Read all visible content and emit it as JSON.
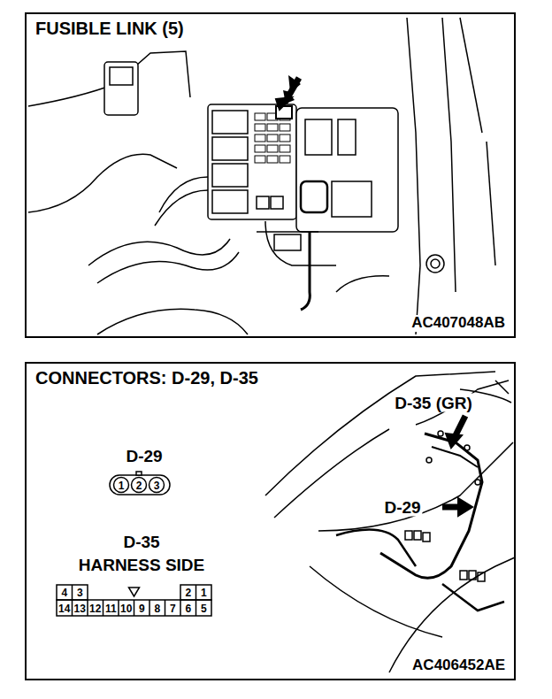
{
  "diagram": {
    "nodes": [
      {
        "text": [
          "FUSIBLE LINK (5)",
          "AC407048AB"
        ]
      },
      {
        "text": [
          "CONNECTORS: D-29, D-35",
          "AC406452AE"
        ]
      }
    ],
    "labels": [
      "D-29",
      "1",
      "2",
      "3",
      "D-35",
      "HARNESS SIDE",
      "4",
      "3",
      "2",
      "1",
      "14",
      "13",
      "12",
      "11",
      "10",
      "9",
      "8",
      "7",
      "6",
      "5",
      "D-35 (GR)",
      "D-29"
    ]
  }
}
